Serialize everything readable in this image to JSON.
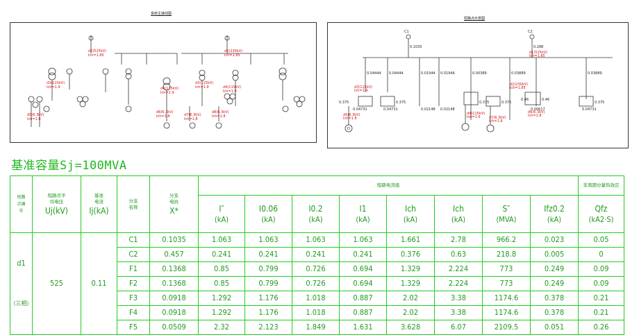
{
  "diagrams": {
    "left_title": "系统主接线图",
    "right_title": "短路点示意图",
    "left_labels": {
      "top_red_1": "d2(525kV)",
      "top_red_2": "Ich=1.85",
      "top_red_3": "d2(230kV)",
      "top_red_4": "Ich=1.85",
      "mid_red_1": "d3(115kV)",
      "mid_red_2": "Ich=1.9",
      "mid_red_3": "d4(115kV)",
      "mid_red_4": "Ich=1.9",
      "mid_red_5": "d3(115kV)",
      "mid_red_6": "Ich=1.9",
      "mid_red_7": "d4(115kV)",
      "mid_red_8": "Ich=1.9",
      "low_red_1": "d5(6.3kV)",
      "low_red_2": "Ich=1.8",
      "low_red_3": "d6(6.3kV)",
      "low_red_4": "Ich=1.8",
      "low_red_5": "d7(6.3kV)",
      "low_red_6": "Ich=1.8",
      "low_red_7": "d8(6.3kV)",
      "low_red_8": "Ich=1.8"
    },
    "right_labels": {
      "c1": "C1",
      "c2": "C2",
      "v1": "0.1035",
      "v2": "0.288",
      "r1": "d1(525kV)",
      "r2": "Ich=1.85",
      "r3": "d2(230kV)",
      "r4": "Ich=1.85",
      "n1": "0.04444",
      "n2": "0.04444",
      "n3": "0.01944",
      "n4": "0.01944",
      "n5": "0.00389",
      "n6": "0.03889",
      "n7": "0.03889",
      "s1": "0.375",
      "s2": "0.375",
      "s3": "0.375",
      "s4": "0.375",
      "s5": "0.46",
      "s6": "0.46",
      "s7": "0.375",
      "f1": "0.04731",
      "f2": "0.04731",
      "f3": "0.02148",
      "f4": "0.02148",
      "f5": "0.00617",
      "f6": "0.04731",
      "red_a": "d3(115kV)",
      "red_b": "Ich=1.9",
      "red_c": "d5(6.3kV)",
      "red_d": "Ich=1.8",
      "red_e": "d4(115kV)",
      "red_f": "Ich=1.9",
      "red_g": "d7(6.3kV)",
      "red_h": "Ich=1.8",
      "red_i": "d6(6.3kV)",
      "red_j": "Ich=1.8",
      "d": "D"
    }
  },
  "base_capacity": "基准容量Sj=100MVA",
  "table": {
    "header": {
      "point_no": "短路点编号",
      "avg_voltage_1": "短路点平",
      "avg_voltage_2": "均电压",
      "avg_voltage_3": "Uj(kV)",
      "base_current_1": "基准",
      "base_current_2": "电流",
      "base_current_3": "Ij(kA)",
      "branch_1": "分支",
      "branch_2": "名称",
      "reactance_1": "分支",
      "reactance_2": "电抗",
      "reactance_3": "X*",
      "group_short_circuit": "短路电流值",
      "group_thermal": "非周期分量热效应"
    },
    "columns": [
      {
        "name": "I″",
        "unit": "(kA)"
      },
      {
        "name": "I0.06",
        "unit": "(kA)"
      },
      {
        "name": "I0.2",
        "unit": "(kA)"
      },
      {
        "name": "I1",
        "unit": "(kA)"
      },
      {
        "name": "Ich",
        "unit": "(kA)"
      },
      {
        "name": "Ich",
        "unit": "(kA)"
      },
      {
        "name": "S″",
        "unit": "(MVA)"
      },
      {
        "name": "Ifz0.2",
        "unit": "(kA)"
      },
      {
        "name": "Qfz",
        "unit": "(kA2·S)"
      }
    ],
    "group": {
      "point": "d1",
      "point_type": "(三相)",
      "voltage": "525",
      "current": "0.11"
    },
    "rows": [
      {
        "branch": "C1",
        "x": "0.1035",
        "vals": [
          "1.063",
          "1.063",
          "1.063",
          "1.063",
          "1.661",
          "2.78",
          "966.2",
          "0.023",
          "0.05"
        ]
      },
      {
        "branch": "C2",
        "x": "0.457",
        "vals": [
          "0.241",
          "0.241",
          "0.241",
          "0.241",
          "0.376",
          "0.63",
          "218.8",
          "0.005",
          "0"
        ]
      },
      {
        "branch": "F1",
        "x": "0.1368",
        "vals": [
          "0.85",
          "0.799",
          "0.726",
          "0.694",
          "1.329",
          "2.224",
          "773",
          "0.249",
          "0.09"
        ]
      },
      {
        "branch": "F2",
        "x": "0.1368",
        "vals": [
          "0.85",
          "0.799",
          "0.726",
          "0.694",
          "1.329",
          "2.224",
          "773",
          "0.249",
          "0.09"
        ]
      },
      {
        "branch": "F3",
        "x": "0.0918",
        "vals": [
          "1.292",
          "1.176",
          "1.018",
          "0.887",
          "2.02",
          "3.38",
          "1174.6",
          "0.378",
          "0.21"
        ]
      },
      {
        "branch": "F4",
        "x": "0.0918",
        "vals": [
          "1.292",
          "1.176",
          "1.018",
          "0.887",
          "2.02",
          "3.38",
          "1174.6",
          "0.378",
          "0.21"
        ]
      },
      {
        "branch": "F5",
        "x": "0.0509",
        "vals": [
          "2.32",
          "2.123",
          "1.849",
          "1.631",
          "3.628",
          "6.07",
          "2109.5",
          "0.051",
          "0.26"
        ]
      }
    ]
  }
}
